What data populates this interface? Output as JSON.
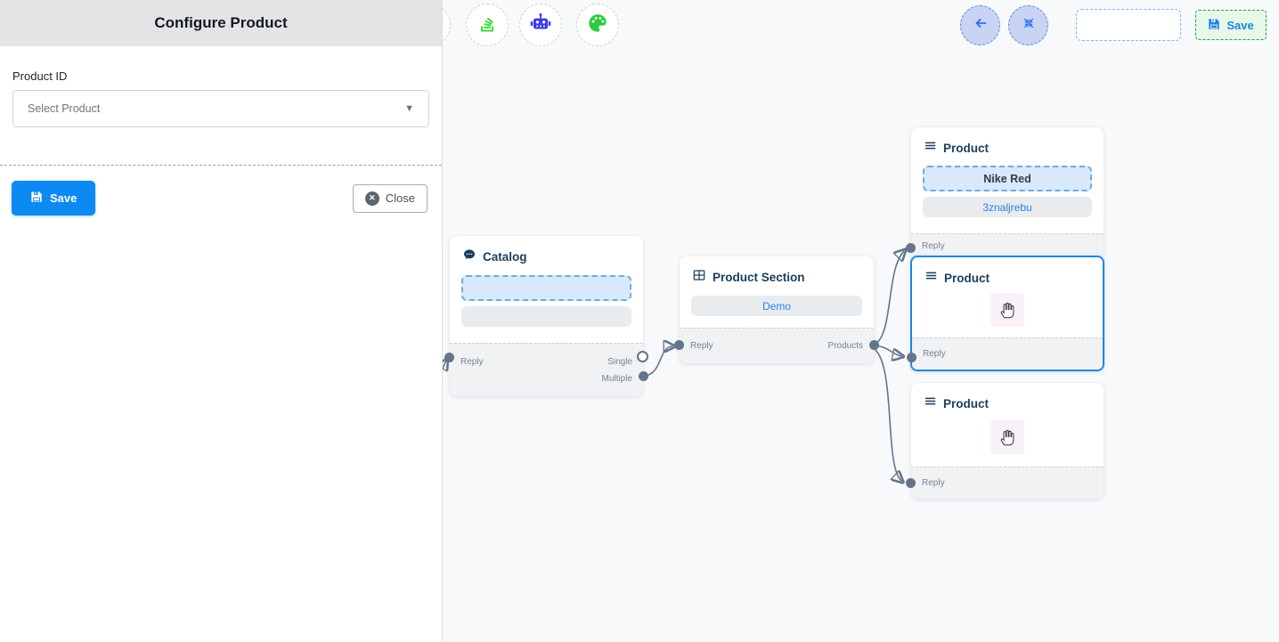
{
  "panel": {
    "title": "Configure Product",
    "product_id_label": "Product ID",
    "select_value": "Select Product",
    "save_label": "Save",
    "close_label": "Close"
  },
  "toolbar": {
    "save_label": "Save",
    "icon_names": [
      "stack-icon",
      "robot-icon",
      "palette-icon",
      "back-arrow-icon",
      "fit-view-icon"
    ]
  },
  "nodes": {
    "catalog": {
      "title": "Catalog",
      "reply": "Reply",
      "single": "Single",
      "multiple": "Multiple"
    },
    "product_section": {
      "title": "Product Section",
      "field": "Demo",
      "reply": "Reply",
      "products": "Products"
    },
    "product_top": {
      "title": "Product",
      "field1": "Nike Red",
      "field2": "3znaljrebu",
      "reply": "Reply"
    },
    "product_mid": {
      "title": "Product",
      "reply": "Reply"
    },
    "product_bottom": {
      "title": "Product",
      "reply": "Reply"
    }
  },
  "colors": {
    "primary_blue": "#0d8af2",
    "link_blue": "#2383e2",
    "selected_border": "#1e87e5",
    "node_title": "#1c3d5a",
    "edge_gray": "#64748b",
    "arrow_navy": "#1e3a56",
    "green_save_bg": "#e5f8e9",
    "green_save_border": "#2f9e44",
    "nav_circle_bg": "#c9d3f4",
    "panel_header_bg": "#e4e4e7",
    "canvas_bg": "#f8f9fb"
  }
}
